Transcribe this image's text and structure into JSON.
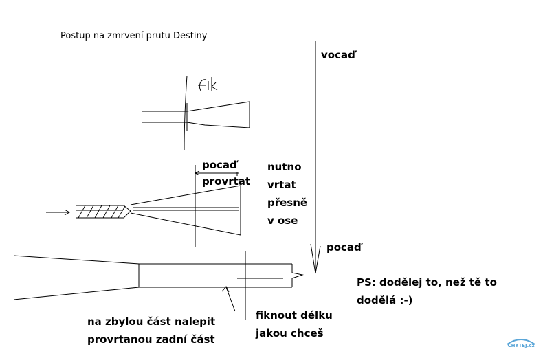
{
  "title": "Postup na zmrvení prutu Destiny",
  "labels": {
    "vocad": "vocaď",
    "pocad_right": "pocaď",
    "pocad_top": "pocaď",
    "provrtat": "provrtat",
    "nutno_line1": "nutno",
    "nutno_line2": "vrtat",
    "nutno_line3": "přesně",
    "nutno_line4": "v ose",
    "fik": "fik",
    "ps_line1": "PS: dodělej to, než tě to",
    "ps_line2": "dodělá :-)",
    "zbylou_line1": "na zbylou část nalepit",
    "zbylou_line2": "provrtanou zadní část",
    "fiknout_line1": "fiknout délku",
    "fiknout_line2": "jakou chceš"
  },
  "logo": {
    "text": "CHYTEJ.cz",
    "color": "#5aa6d8"
  }
}
